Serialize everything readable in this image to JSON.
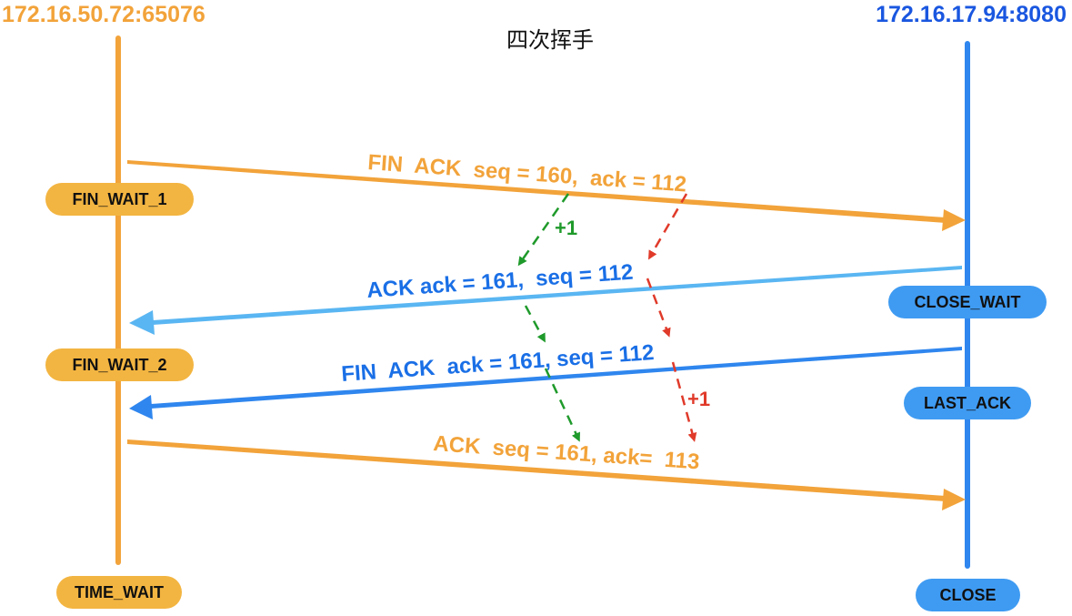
{
  "title": "四次挥手",
  "hosts": {
    "client": "172.16.50.72:65076",
    "server": "172.16.17.94:8080"
  },
  "states": {
    "client": [
      "FIN_WAIT_1",
      "FIN_WAIT_2",
      "TIME_WAIT"
    ],
    "server": [
      "CLOSE_WAIT",
      "LAST_ACK",
      "CLOSE"
    ]
  },
  "messages": [
    {
      "label": "FIN  ACK  seq = 160,  ack = 112",
      "direction": "client-to-server",
      "color": "#f2a33a"
    },
    {
      "label": "ACK ack = 161,  seq = 112",
      "direction": "server-to-client",
      "color": "#1a6fe6"
    },
    {
      "label": "FIN  ACK  ack = 161, seq = 112",
      "direction": "server-to-client",
      "color": "#1a6fe6"
    },
    {
      "label": "ACK  seq = 161, ack=  113",
      "direction": "client-to-server",
      "color": "#f2a33a"
    }
  ],
  "annotations": {
    "green_increment": "+1",
    "red_increment": "+1",
    "green_color": "#1f9a2b",
    "red_color": "#e03a2a"
  },
  "colors": {
    "client": "#f2a33a",
    "server": "#2f86ee",
    "server_text": "#1a57e0"
  }
}
